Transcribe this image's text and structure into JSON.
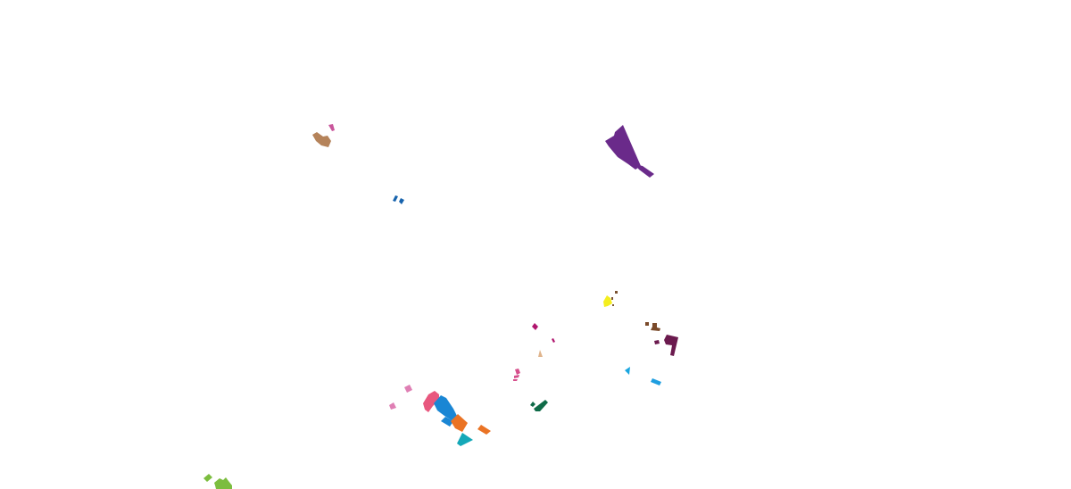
{
  "map": {
    "background": "#ffffff",
    "regions": [
      {
        "id": "purple-large",
        "color": "#6a2a8a"
      },
      {
        "id": "brown-tan",
        "color": "#b5835a"
      },
      {
        "id": "pink-small-north",
        "color": "#c9559b"
      },
      {
        "id": "blue-pair",
        "color": "#1763ad"
      },
      {
        "id": "yellow",
        "color": "#f4ee1f"
      },
      {
        "id": "dark-brown-dots",
        "color": "#7a5230"
      },
      {
        "id": "brown-cluster",
        "color": "#7a4a2a"
      },
      {
        "id": "maroon",
        "color": "#6b1a4e"
      },
      {
        "id": "magenta",
        "color": "#b0166e"
      },
      {
        "id": "peach",
        "color": "#e0b48c"
      },
      {
        "id": "pink-strip",
        "color": "#d64f8c"
      },
      {
        "id": "cyan-small",
        "color": "#1aa6e0"
      },
      {
        "id": "sky-blue-dash",
        "color": "#1f9ee0"
      },
      {
        "id": "dark-green",
        "color": "#0f6b48"
      },
      {
        "id": "light-pink-dots",
        "color": "#df7fb4"
      },
      {
        "id": "rose",
        "color": "#e8577e"
      },
      {
        "id": "azure",
        "color": "#1a86d4"
      },
      {
        "id": "orange",
        "color": "#ea7324"
      },
      {
        "id": "teal",
        "color": "#14a8b8"
      },
      {
        "id": "lime-green",
        "color": "#7cbd3f"
      }
    ]
  }
}
